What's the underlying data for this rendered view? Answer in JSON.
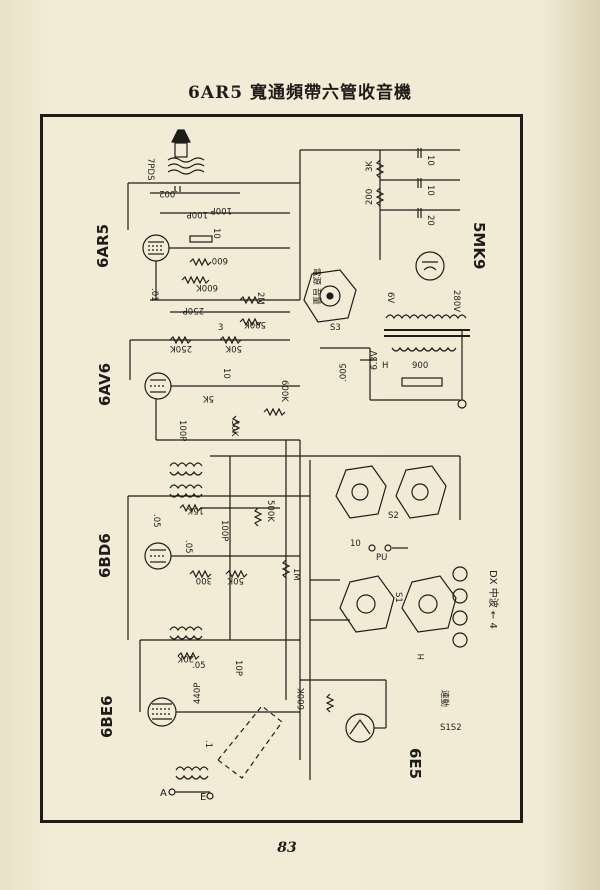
{
  "title": "6AR5 寬通頻帶六管收音機",
  "page_number": "83",
  "tubes": {
    "t1": "6AR5",
    "t2": "6AV6",
    "t3": "6BD6",
    "t4": "6BE6",
    "rect": "5MK9",
    "eye": "6E5"
  },
  "components": {
    "speaker": "7PDS",
    "c002": ".002",
    "c100p_a": "100P",
    "c100p_b": "100P",
    "c10_a": "10",
    "r600": "600",
    "c01": ".01",
    "r600k_a": "600K",
    "c250p": "250P",
    "r2m": "2M",
    "c3": "3",
    "r500k_a": "500K",
    "r250k": "250K",
    "r50k_a": "50K",
    "c10_b": "10",
    "r5k": "5K",
    "r600k_b": "600K",
    "c100p_c": "100P",
    "r50k_b": "50K",
    "r15k": "15K",
    "c05_a": ".05",
    "c100p_d": "100P",
    "r500k_b": "500K",
    "c05_b": ".05",
    "r300": "300",
    "r50k_c": "50K",
    "r1m": "1M",
    "r20k": "20K",
    "c05_c": ".05",
    "c10p": "10P",
    "c440p": "440P",
    "c1": ".1",
    "r600k_c": "600K",
    "r3k": "3K",
    "c10_c": "10",
    "c10_d": "10",
    "r200": "200",
    "c20": "20",
    "v6": "6V",
    "v280": "280V",
    "v63": "6.3V",
    "c900": "900",
    "c005": ".005",
    "c10_e": "10",
    "h1": "H",
    "h2": "H",
    "ant_a": "A",
    "ant_e": "E",
    "pu": "PU",
    "s1": "S1",
    "s2": "S2",
    "s3": "S3",
    "s1s2": "S1S2",
    "motor_label": "連動",
    "dx_label": "DX 中波 ← 4",
    "power_label": "電源 音量"
  },
  "colors": {
    "paper": "#efe9d3",
    "ink": "#1e1c18"
  }
}
